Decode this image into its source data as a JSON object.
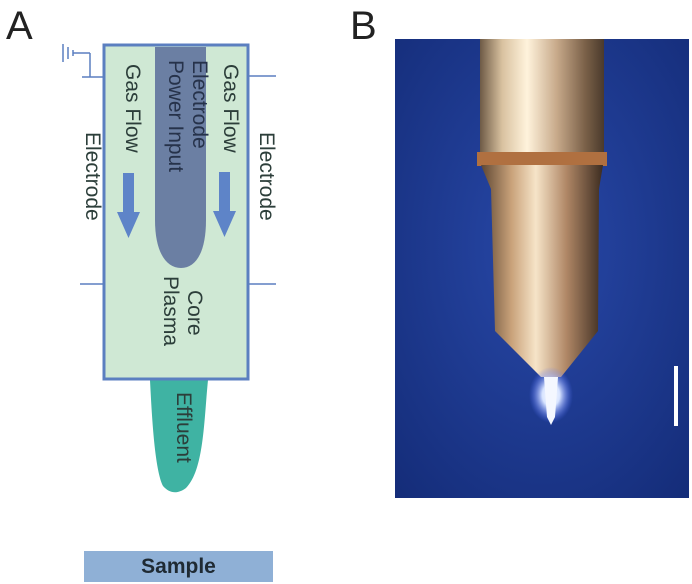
{
  "panels": {
    "a": "A",
    "b": "B"
  },
  "labels": {
    "gas_flow_left": "Gas Flow",
    "gas_flow_right": "Gas Flow",
    "electrode_left": "Electrode",
    "electrode_right": "Electrode",
    "power_input_line1": "Electrode",
    "power_input_line2": "Power Input",
    "core_line1": "Core",
    "core_line2": "Plasma",
    "effluent": "Effluent",
    "sample": "Sample"
  },
  "colors": {
    "chamber_fill": "#cfe8d4",
    "chamber_border": "#5b7fc0",
    "electrode_fill": "#6b7fa3",
    "arrow": "#5e84c8",
    "effluent": "#3fb3a3",
    "sample_bar": "#8fb0d6",
    "photo_background": "#1c3a8a"
  },
  "icons": {
    "ground": "ground-symbol-icon"
  }
}
